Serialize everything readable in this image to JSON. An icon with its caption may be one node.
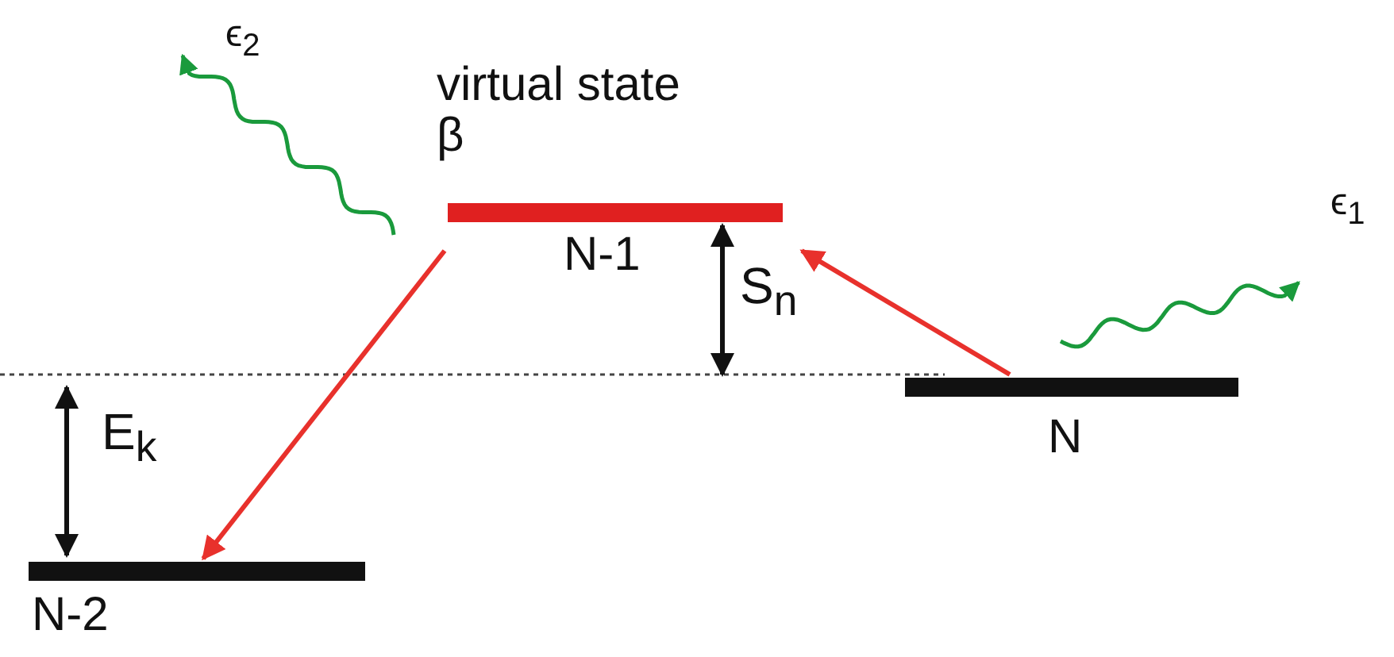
{
  "diagram": {
    "nodes": [
      {
        "text": [
          "virtual state β",
          "N-1"
        ]
      },
      {
        "text": [
          "N"
        ]
      },
      {
        "text": [
          "N-2"
        ]
      }
    ],
    "edges": [
      {
        "from": 1,
        "to": 0,
        "arrow": "to"
      },
      {
        "from": 0,
        "to": 2,
        "arrow": "to"
      }
    ],
    "labels": [
      "ϵ$_{2}$",
      "ϵ$_{1}$",
      "S$_{n}$",
      "E$_{k}$"
    ]
  }
}
